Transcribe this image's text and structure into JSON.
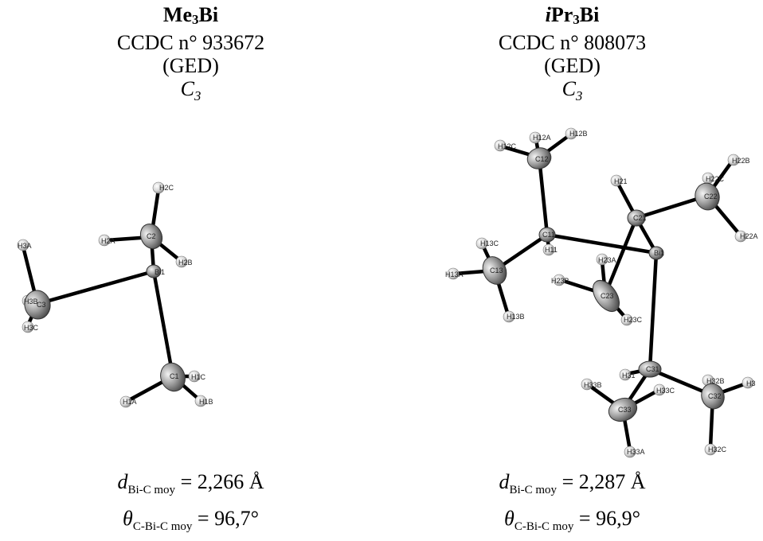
{
  "structures": [
    {
      "formula_a": "Me",
      "formula_sub": "3",
      "formula_b": "Bi",
      "ccdc": "CCDC n° 933672",
      "method": "(GED)",
      "symmetry_main": "C",
      "symmetry_sub": "3",
      "distance": {
        "symbol": "d",
        "subscript": "Bi-C moy",
        "value": "= 2,266 Å"
      },
      "angle": {
        "symbol": "θ",
        "subscript": "C-Bi-C moy",
        "value": "= 96,7°"
      },
      "atoms": [
        "H2C",
        "H2A",
        "C2",
        "Bi1",
        "H2B",
        "H3A",
        "H3B",
        "C3",
        "H3C",
        "C1",
        "H1C",
        "H1A",
        "H1B"
      ]
    },
    {
      "formula_prefix": "i",
      "formula_a": "Pr",
      "formula_sub": "3",
      "formula_b": "Bi",
      "ccdc": "CCDC n° 808073",
      "method": "(GED)",
      "symmetry_main": "C",
      "symmetry_sub": "3",
      "distance": {
        "symbol": "d",
        "subscript": "Bi-C moy",
        "value": "= 2,287 Å"
      },
      "angle": {
        "symbol": "θ",
        "subscript": "C-Bi-C moy",
        "value": "= 96,9°"
      },
      "atoms": [
        "H12A",
        "H12B",
        "H12C",
        "C12",
        "H22B",
        "H21",
        "H22C",
        "C22",
        "C21",
        "C11",
        "H13C",
        "Bi1",
        "H22A",
        "H11",
        "H23A",
        "H13A",
        "C13",
        "C23",
        "H23B",
        "H23C",
        "H13B",
        "H31",
        "C31",
        "H32B",
        "H33B",
        "H33C",
        "C32",
        "H3",
        "C33",
        "H32C",
        "H33A"
      ]
    }
  ]
}
